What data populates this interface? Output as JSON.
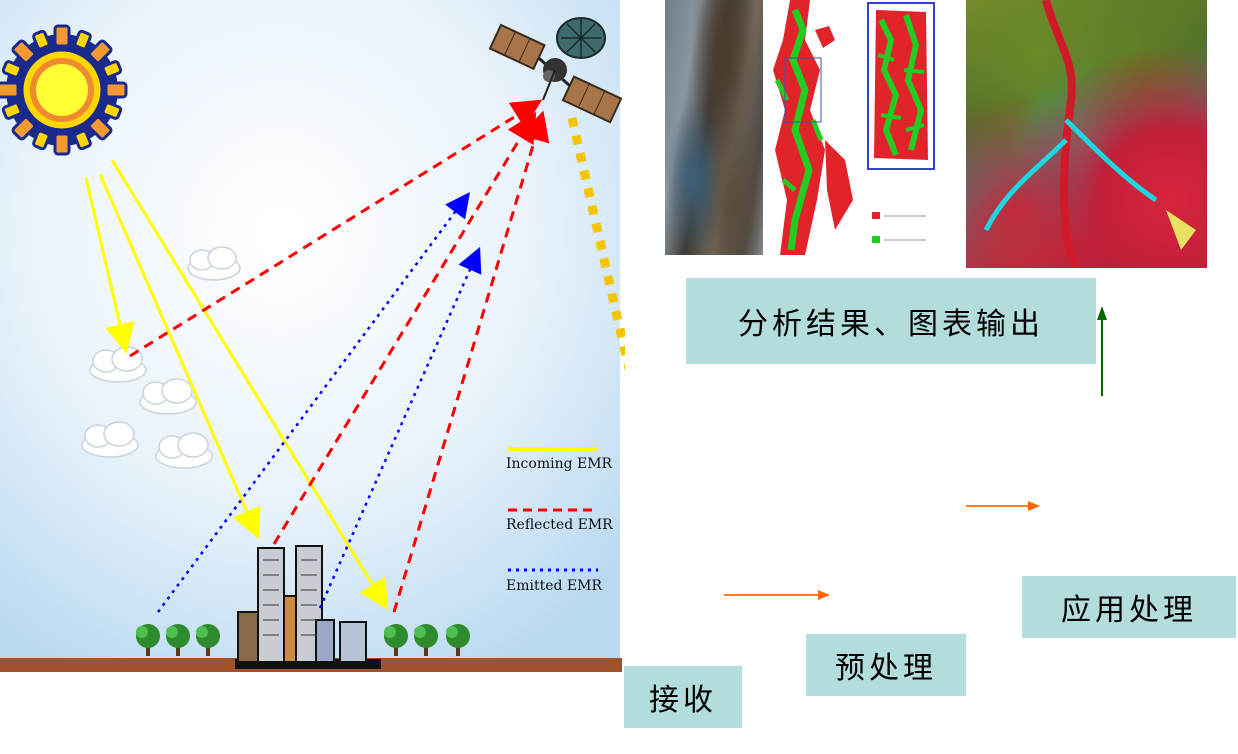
{
  "legend": {
    "incoming": "Incoming EMR",
    "reflected": "Reflected EMR",
    "emitted": "Emitted EMR"
  },
  "steps": {
    "receive": "接收",
    "preprocess": "预处理",
    "application": "应用处理",
    "output": "分析结果、图表输出"
  },
  "colors": {
    "incoming": "#ffff00",
    "reflected": "#ff0000",
    "emitted": "#0000ff",
    "downlink": "#f5c400",
    "flow_arrow": "#ff6a00",
    "up_arrow": "#006600",
    "box_fill": "#b3dcdc",
    "ground": "#a0522d"
  }
}
